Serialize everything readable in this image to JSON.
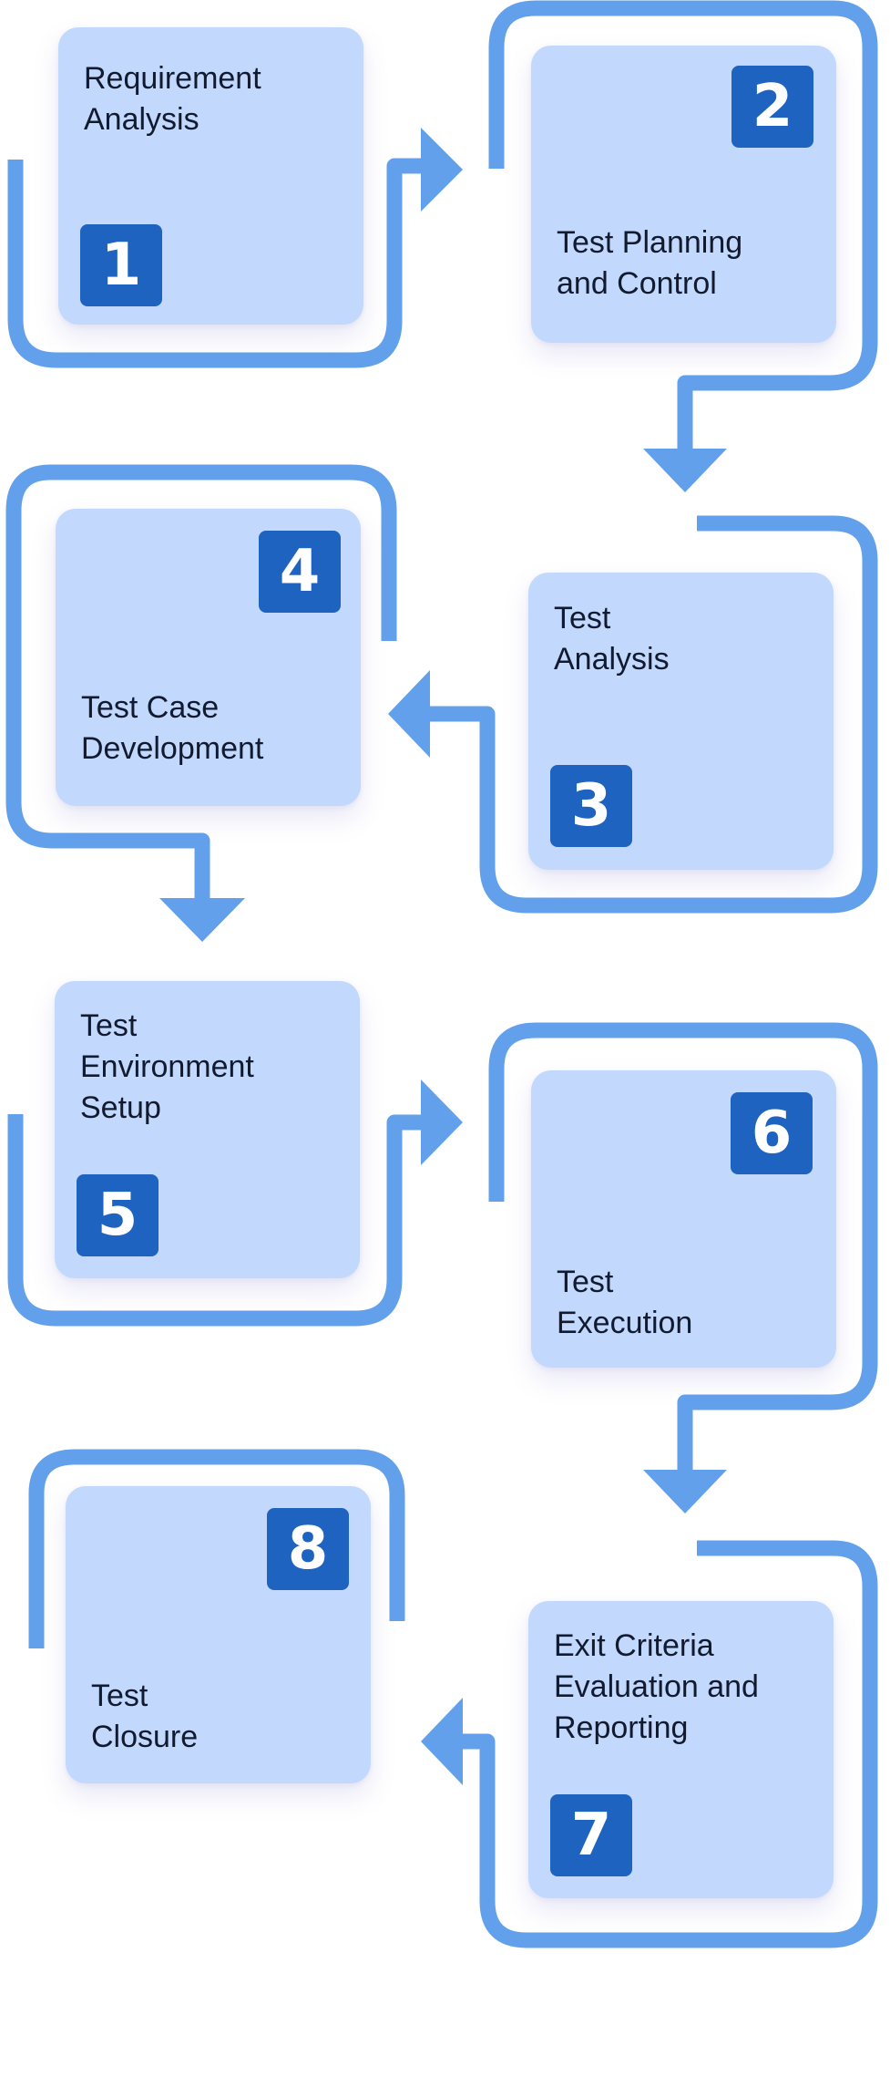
{
  "colors": {
    "card": "#c2d9fd",
    "badge": "#1f63c0",
    "connector": "#63a0ec",
    "text": "#111a2e"
  },
  "steps": [
    {
      "number": "1",
      "title": "Requirement\nAnalysis"
    },
    {
      "number": "2",
      "title": "Test Planning\nand Control"
    },
    {
      "number": "3",
      "title": "Test\nAnalysis"
    },
    {
      "number": "4",
      "title": "Test Case\nDevelopment"
    },
    {
      "number": "5",
      "title": "Test\nEnvironment\nSetup"
    },
    {
      "number": "6",
      "title": "Test\nExecution"
    },
    {
      "number": "7",
      "title": "Exit Criteria\nEvaluation and\nReporting"
    },
    {
      "number": "8",
      "title": "Test\nClosure"
    }
  ]
}
